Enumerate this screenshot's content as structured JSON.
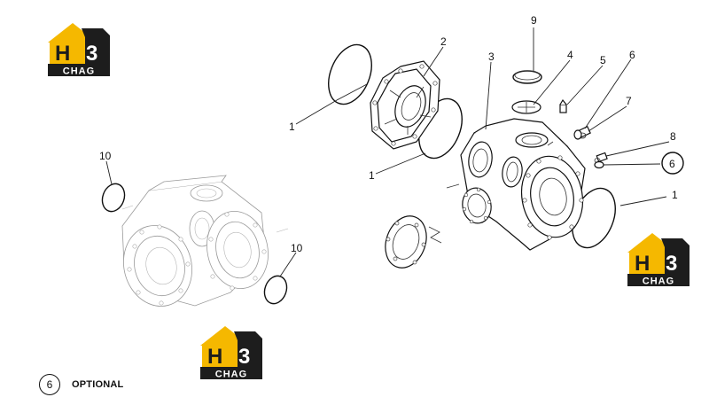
{
  "logo": {
    "mark": "H3",
    "wordmark": "CHAG",
    "colors": {
      "yellow": "#f5b800",
      "dark": "#1d1d1d",
      "light": "#ffffff"
    }
  },
  "callouts": {
    "c1a": "1",
    "c1b": "1",
    "c1c": "1",
    "c2": "2",
    "c3": "3",
    "c4": "4",
    "c5": "5",
    "c6a": "6",
    "c6b": "6",
    "c7": "7",
    "c8": "8",
    "c9": "9",
    "c10a": "10",
    "c10b": "10"
  },
  "legend": {
    "symbol": "6",
    "text": "OPTIONAL"
  }
}
